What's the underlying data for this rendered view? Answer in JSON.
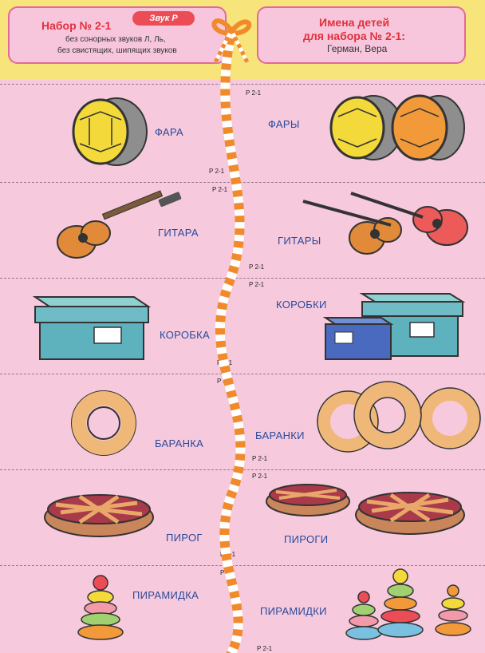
{
  "header_left": {
    "title": "Набор № 2-1",
    "badge": "Звук Р",
    "line1": "без сонорных звуков Л, Ль,",
    "line2": "без свистящих, шипящих звуков"
  },
  "header_right": {
    "title1": "Имена детей",
    "title2": "для набора № 2-1:",
    "names": "Герман, Вера"
  },
  "card_code": "Р 2-1",
  "left_words": [
    "ФАРА",
    "ГИТАРА",
    "КОРОБКА",
    "БАРАНКА",
    "ПИРОГ",
    "ПИРАМИДКА"
  ],
  "right_words": [
    "ФАРЫ",
    "ГИТАРЫ",
    "КОРОБКИ",
    "БАРАНКИ",
    "ПИРОГИ",
    "ПИРАМИДКИ"
  ],
  "colors": {
    "title": "#e0303a",
    "word": "#2a4a9a",
    "page": "#f6c9dd",
    "band": "#f7e47a"
  }
}
